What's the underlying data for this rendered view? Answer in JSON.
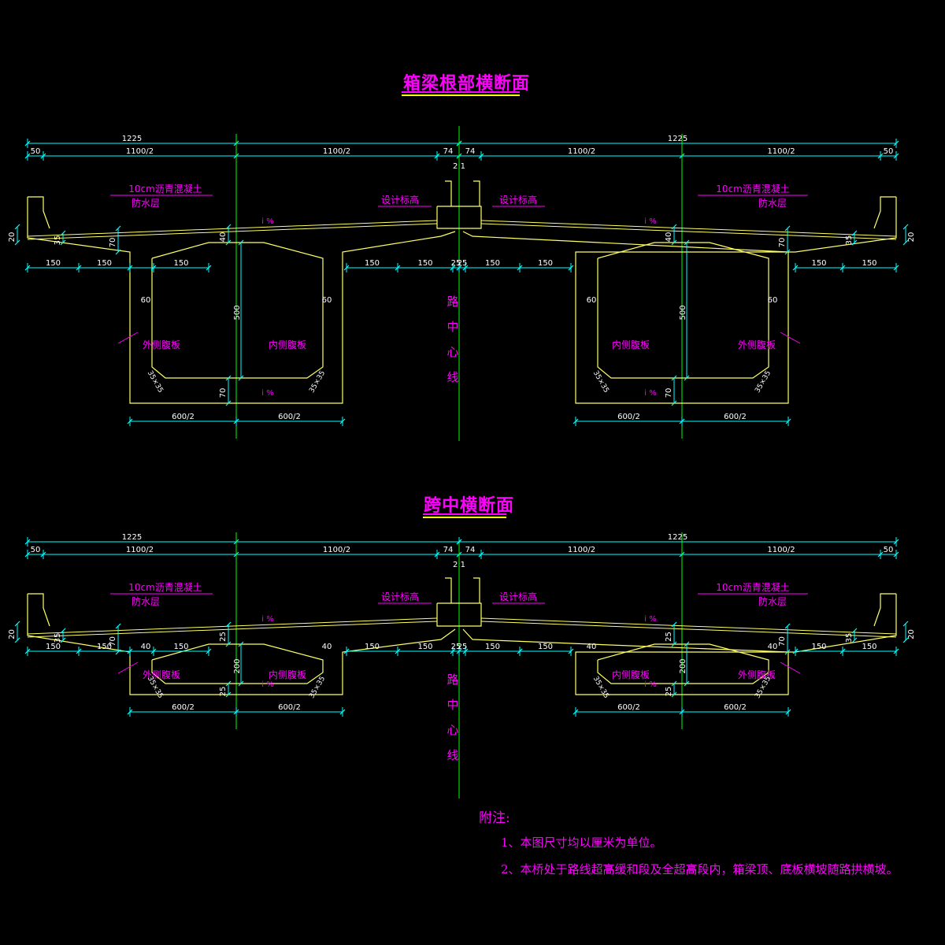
{
  "colors": {
    "background": "#000000",
    "structure": "#ffff66",
    "dimension": "#00ffff",
    "label": "#ff00ff",
    "centerline": "#00ff00",
    "road_center": "#ff00ff"
  },
  "section1": {
    "title": "箱梁根部横断面",
    "dims": {
      "total_left": "1225",
      "total_right": "1225",
      "edge": "50",
      "half_width": "1100/2",
      "half_center": "74",
      "slope_ratio": "2:1",
      "overhang": "150",
      "center_gap": "25",
      "web": "60",
      "height": "500",
      "chamfer": "35×35",
      "bottom_half": "600/2",
      "top_thk": "40",
      "bottom_thk": "70",
      "cant_thk": "70",
      "haunch": "35",
      "edge_thk": "20",
      "slope": "i %"
    },
    "labels": {
      "asphalt": "10cm沥青混凝土",
      "waterproof": "防水层",
      "design_elev": "设计标高",
      "outer_web": "外侧腹板",
      "inner_web": "内侧腹板",
      "road_center": [
        "路",
        "中",
        "心",
        "线"
      ]
    }
  },
  "section2": {
    "title": "跨中横断面",
    "dims": {
      "total_left": "1225",
      "total_right": "1225",
      "edge": "50",
      "half_width": "1100/2",
      "half_center": "74",
      "slope_ratio": "2:1",
      "overhang": "150",
      "center_gap": "25",
      "web": "40",
      "height": "200",
      "chamfer": "35×35",
      "bottom_half": "600/2",
      "top_thk": "25",
      "bottom_thk": "25",
      "cant_thk": "70",
      "haunch": "35",
      "edge_thk": "20",
      "slope": "i %"
    },
    "labels": {
      "asphalt": "10cm沥青混凝土",
      "waterproof": "防水层",
      "design_elev": "设计标高",
      "outer_web": "外侧腹板",
      "inner_web": "内侧腹板",
      "road_center": [
        "路",
        "中",
        "心",
        "线"
      ]
    }
  },
  "notes": {
    "heading": "附注:",
    "items": [
      "1、本图尺寸均以厘米为单位。",
      "2、本桥处于路线超高缓和段及全超高段内，箱梁顶、底板横坡随路拱横坡。"
    ]
  }
}
